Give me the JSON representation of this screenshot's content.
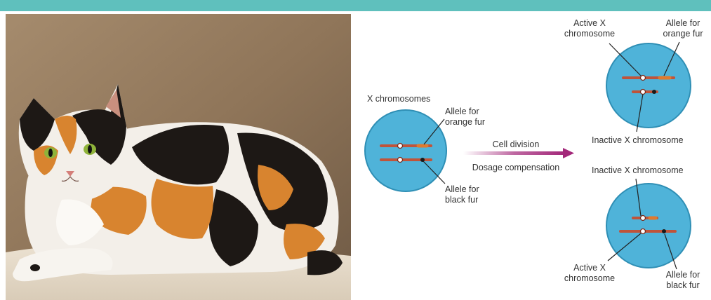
{
  "colors": {
    "header_bar": "#5fc0bd",
    "cell_fill": "#4fb3d9",
    "cell_edge": "#2f8fb5",
    "chromosome": "#c0543a",
    "orange_allele": "#e07a2e",
    "black_allele": "#1a1a1a",
    "arrow": "#a3287a"
  },
  "photo": {
    "icon": "calico-cat-photo"
  },
  "diagram": {
    "parent_cell": {
      "chromosomes_label": "X chromosomes",
      "orange_allele_label": "Allele for\norange fur",
      "black_allele_label": "Allele for\nblack fur"
    },
    "arrow": {
      "top_label": "Cell division",
      "bottom_label": "Dosage compensation"
    },
    "daughter_top": {
      "active_label": "Active X\nchromosome",
      "allele_label": "Allele for\norange fur",
      "inactive_label": "Inactive X chromosome"
    },
    "daughter_bottom": {
      "inactive_label": "Inactive X chromosome",
      "active_label": "Active X\nchromosome",
      "allele_label": "Allele for\nblack fur"
    }
  }
}
